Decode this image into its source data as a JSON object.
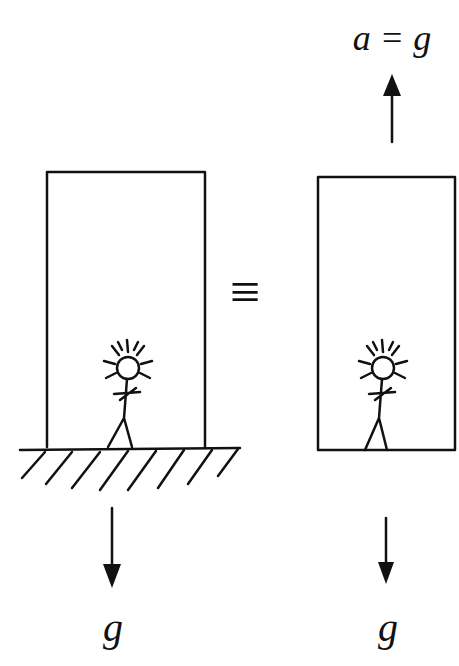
{
  "diagram": {
    "labels": [
      "a = g",
      "≡",
      "g",
      "g"
    ]
  }
}
